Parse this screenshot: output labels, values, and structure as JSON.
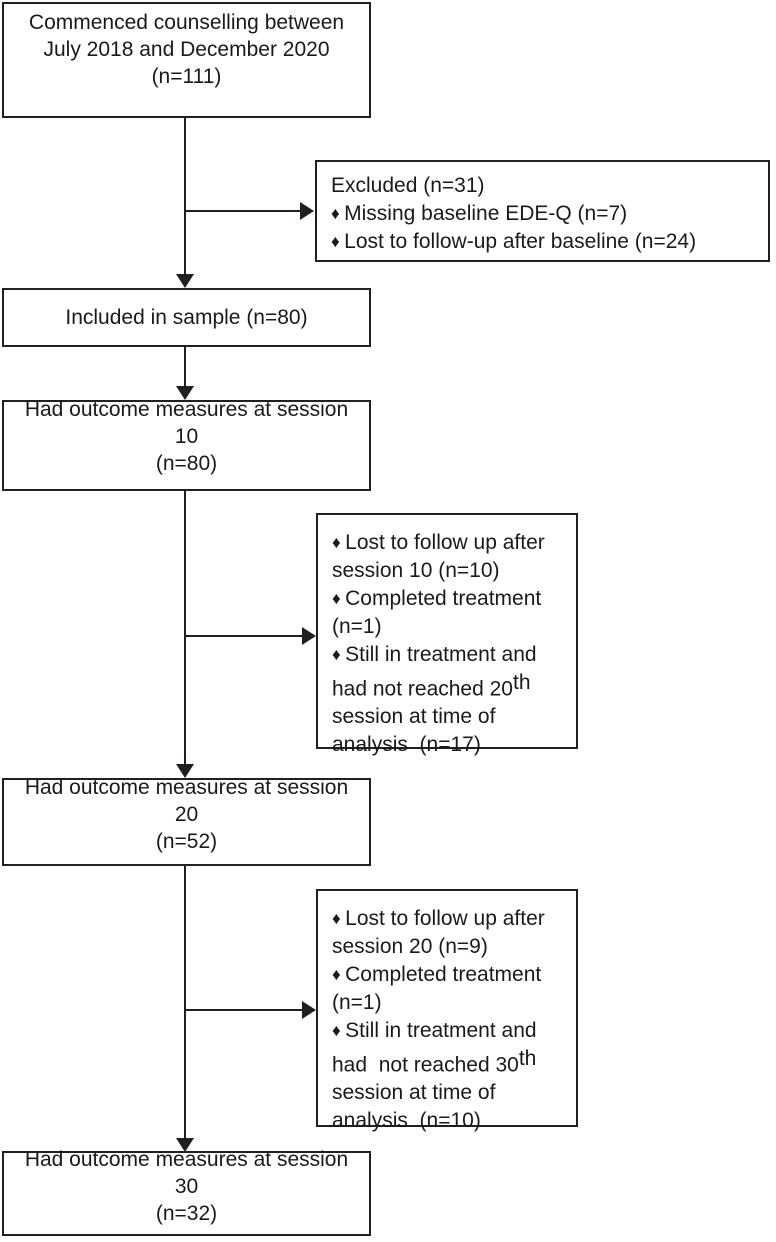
{
  "diagram": {
    "type": "flowchart",
    "title": "Participant flow diagram",
    "line_color": "#231f20",
    "background": "#ffffff"
  },
  "nodes": {
    "commenced": {
      "label": "Commenced counselling between\nJuly 2018 and December 2020\n(n=111)",
      "n": 111
    },
    "excluded": {
      "heading": "Excluded (n=31)",
      "n": 31,
      "items": [
        "Missing baseline EDE-Q (n=7)",
        "Lost to follow-up after baseline (n=24)"
      ]
    },
    "included": {
      "label": "Included in sample (n=80)",
      "n": 80
    },
    "session10": {
      "label": "Had outcome measures at session 10\n(n=80)",
      "n": 80
    },
    "attrition10": {
      "items": [
        {
          "pre": "Lost to follow up after\nsession 10 (n=10)"
        },
        {
          "pre": "Completed treatment\n(n=1)"
        },
        {
          "pre": "Still in treatment and\nhad not reached 20",
          "sup": "th",
          "post": "\nsession at time of\nanalysis  (n=17)"
        }
      ]
    },
    "session20": {
      "label": "Had outcome measures at session 20\n(n=52)",
      "n": 52
    },
    "attrition20": {
      "items": [
        {
          "pre": "Lost to follow up after\nsession 20 (n=9)"
        },
        {
          "pre": "Completed treatment\n(n=1)"
        },
        {
          "pre": "Still in treatment and\nhad  not reached 30",
          "sup": "th",
          "post": "\nsession at time of\nanalysis  (n=10)"
        }
      ]
    },
    "session30": {
      "label": "Had outcome measures at session 30\n(n=32)",
      "n": 32
    }
  },
  "icons": {
    "bullet": "♦",
    "arrow_down": "arrow-down-icon",
    "arrow_right": "arrow-right-icon"
  }
}
